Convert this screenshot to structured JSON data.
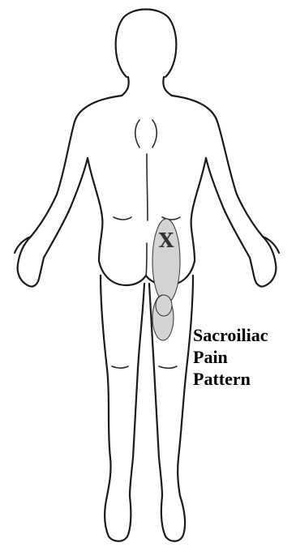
{
  "diagram": {
    "marker": "X",
    "label_lines": [
      "Sacroiliac",
      "Pain",
      "Pattern"
    ],
    "colors": {
      "outline": "#1a1a1a",
      "pain_area_fill": "#d4d4d4",
      "label": "#000000"
    }
  }
}
